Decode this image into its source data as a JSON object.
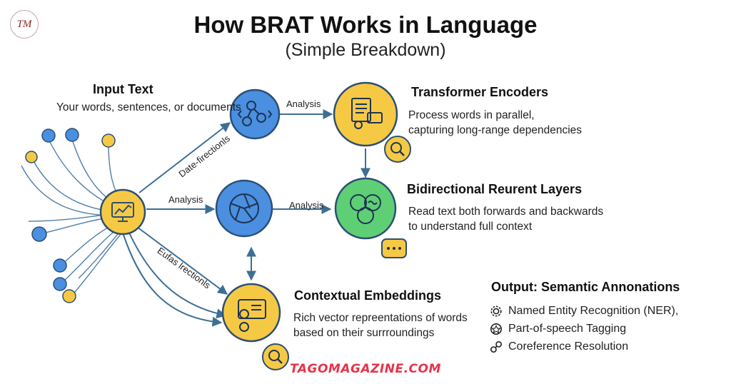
{
  "header": {
    "logo_text": "TM",
    "title": "How BRAT Works in Language",
    "subtitle": "(Simple Breakdown)"
  },
  "nodes": {
    "input": {
      "heading": "Input Text",
      "desc": "Your words, sentences, or documents"
    },
    "transformer": {
      "heading": "Transformer Encoders",
      "desc_lines": [
        "Process words in parallel,",
        "capturing long-range dependencies"
      ]
    },
    "bidirectional": {
      "heading": "Bidirectional Reurent Layers",
      "desc_lines": [
        "Read text both forwards and backwards",
        "to understand full context"
      ]
    },
    "embeddings": {
      "heading": "Contextual Embeddings",
      "desc_lines": [
        "Rich vector repreentations of words",
        "based on their surrroundings"
      ]
    }
  },
  "edge_labels": {
    "top_analysis": "Analysis",
    "diagonal_up": "Date-firectionls",
    "middle_analysis_left": "Analysis",
    "middle_analysis_right": "Analysis",
    "diagonal_down": "Eufas lrectionls"
  },
  "output": {
    "heading": "Output: Semantic Annonations",
    "items": [
      {
        "label": "Named Entity Recognition (NER),",
        "icon": "gear-icon"
      },
      {
        "label": "Part-of-speech Tagging",
        "icon": "tag-badge-icon"
      },
      {
        "label": "Coreference Resolution",
        "icon": "link-icon"
      }
    ]
  },
  "watermark": "TAGOMAGAZINE.COM",
  "colors": {
    "yellow": "#f6c945",
    "blue": "#4a8fe0",
    "green": "#5fcf76",
    "arrow": "#3d6f95",
    "watermark": "#e8324a"
  }
}
